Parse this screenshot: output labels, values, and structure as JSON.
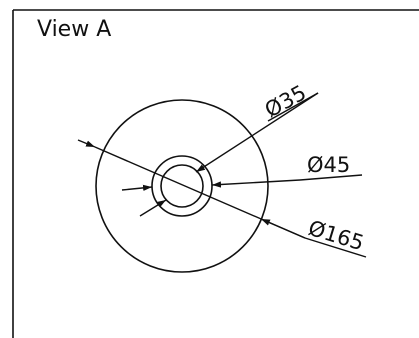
{
  "view": {
    "title": "View A"
  },
  "dimensions": {
    "inner_diameter": "Ø35",
    "middle_diameter": "Ø45",
    "outer_diameter": "Ø165"
  },
  "colors": {
    "line": "#111111",
    "background": "#ffffff"
  }
}
